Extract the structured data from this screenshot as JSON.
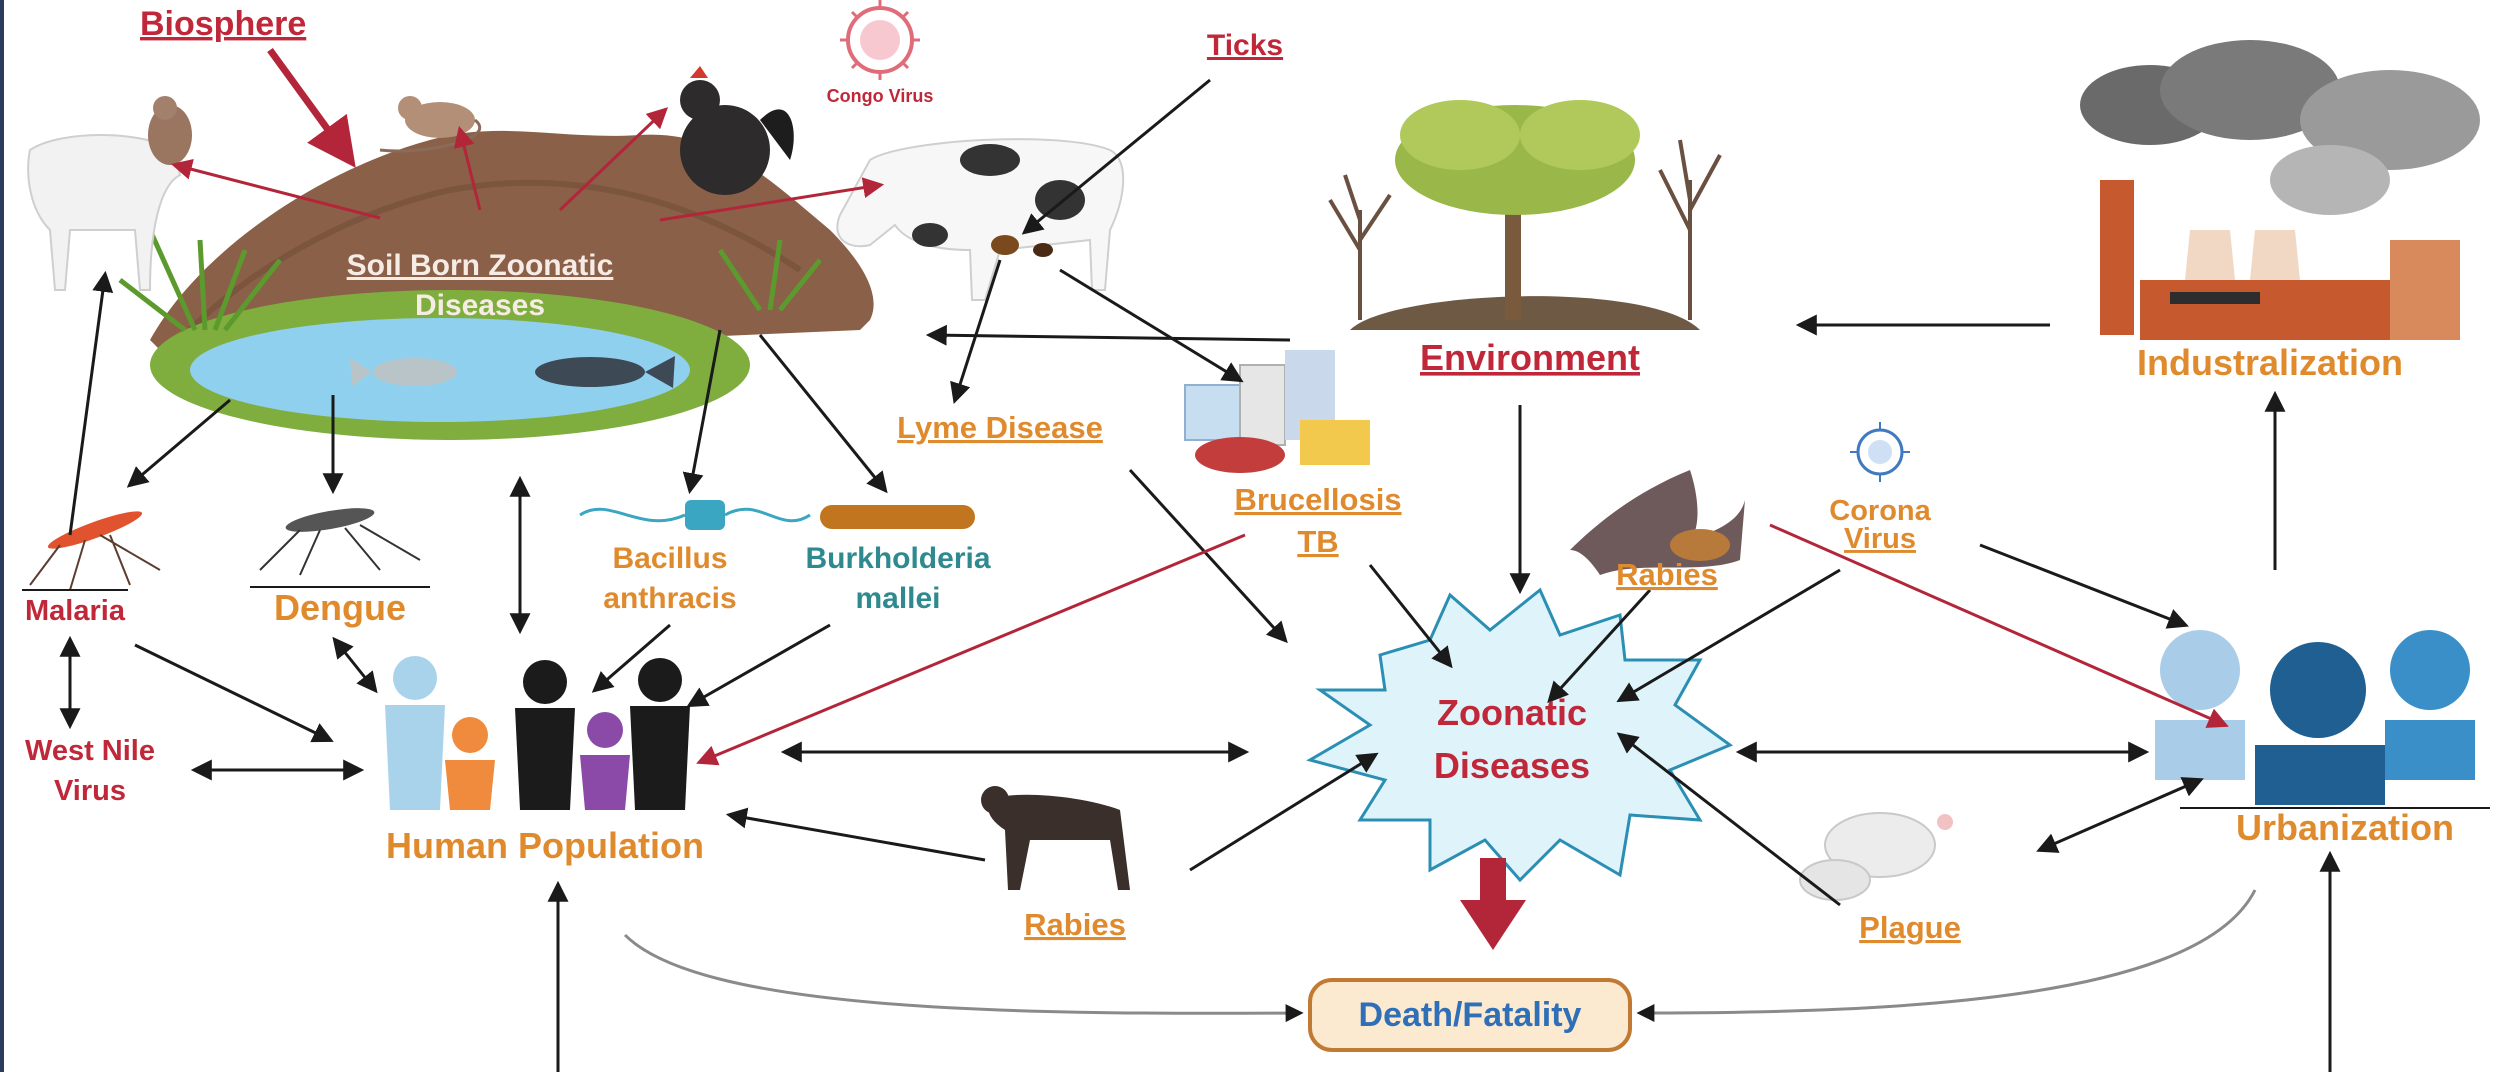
{
  "labels": {
    "biosphere": "Biosphere",
    "congo_virus": "Congo Virus",
    "ticks": "Ticks",
    "soil_line1": "Soil Born Zoonatic",
    "soil_line2": "Diseases",
    "environment": "Environment",
    "industralization": "Industralization",
    "lyme": "Lyme Disease",
    "brucellosis": "Brucellosis",
    "tb": "TB",
    "corona_line1": "Corona",
    "corona_line2": "Virus",
    "rabies_bat": "Rabies",
    "malaria": "Malaria",
    "dengue": "Dengue",
    "bacillus_line1": "Bacillus",
    "bacillus_line2": "anthracis",
    "burkholderia_line1": "Burkholderia",
    "burkholderia_line2": "mallei",
    "west_nile_line1": "West Nile",
    "west_nile_line2": "Virus",
    "human_population": "Human Population",
    "zoonatic_line1": "Zoonatic",
    "zoonatic_line2": "Diseases",
    "urbanization": "Urbanization",
    "rabies_dog": "Rabies",
    "plague": "Plague",
    "death": "Death/Fatality"
  },
  "colors": {
    "red_label": "#c0283a",
    "orange_label": "#e08a2e",
    "teal_label": "#2f8a8f",
    "blue_label": "#2f6fb7",
    "arrow": "#1a1a1a",
    "arrow_red": "#b3263a",
    "burst_fill": "#dff3fb",
    "burst_stroke": "#2b8fb4",
    "death_fill": "#fbe9d0",
    "death_stroke": "#c07a34",
    "soil": "#8a6049",
    "water": "#8fd0ee",
    "grass": "#7fae3f"
  }
}
